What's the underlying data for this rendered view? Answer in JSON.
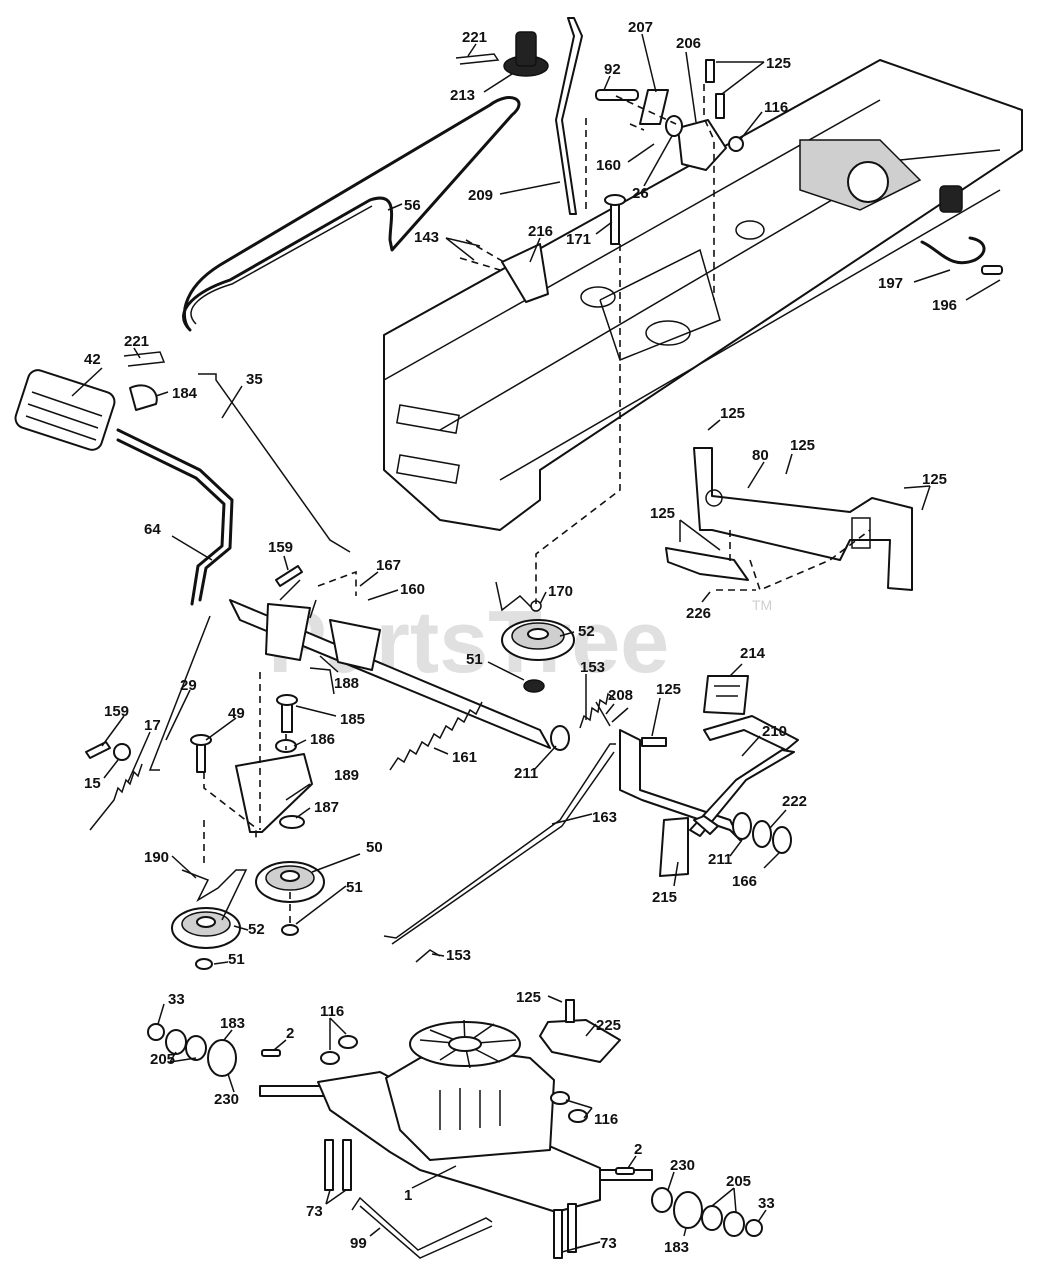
{
  "watermark": {
    "text": "PartsTree",
    "tm": "TM"
  },
  "callouts": [
    {
      "id": "c1",
      "label": "221"
    },
    {
      "id": "c2",
      "label": "213"
    },
    {
      "id": "c3",
      "label": "207"
    },
    {
      "id": "c4",
      "label": "206"
    },
    {
      "id": "c5",
      "label": "125"
    },
    {
      "id": "c6",
      "label": "92"
    },
    {
      "id": "c7",
      "label": "116"
    },
    {
      "id": "c8",
      "label": "160"
    },
    {
      "id": "c9",
      "label": "26"
    },
    {
      "id": "c10",
      "label": "56"
    },
    {
      "id": "c11",
      "label": "209"
    },
    {
      "id": "c12",
      "label": "171"
    },
    {
      "id": "c13",
      "label": "143"
    },
    {
      "id": "c14",
      "label": "216"
    },
    {
      "id": "c15",
      "label": "197"
    },
    {
      "id": "c16",
      "label": "196"
    },
    {
      "id": "c17",
      "label": "221"
    },
    {
      "id": "c18",
      "label": "42"
    },
    {
      "id": "c19",
      "label": "35"
    },
    {
      "id": "c20",
      "label": "184"
    },
    {
      "id": "c21",
      "label": "125"
    },
    {
      "id": "c22",
      "label": "125"
    },
    {
      "id": "c23",
      "label": "80"
    },
    {
      "id": "c24",
      "label": "125"
    },
    {
      "id": "c25",
      "label": "64"
    },
    {
      "id": "c26",
      "label": "125"
    },
    {
      "id": "c27",
      "label": "159"
    },
    {
      "id": "c28",
      "label": "167"
    },
    {
      "id": "c29",
      "label": "160"
    },
    {
      "id": "c30",
      "label": "170"
    },
    {
      "id": "c31",
      "label": "226"
    },
    {
      "id": "c32",
      "label": "52"
    },
    {
      "id": "c33",
      "label": "51"
    },
    {
      "id": "c34",
      "label": "188"
    },
    {
      "id": "c35",
      "label": "153"
    },
    {
      "id": "c36",
      "label": "214"
    },
    {
      "id": "c37",
      "label": "29"
    },
    {
      "id": "c38",
      "label": "208"
    },
    {
      "id": "c39",
      "label": "125"
    },
    {
      "id": "c40",
      "label": "185"
    },
    {
      "id": "c41",
      "label": "159"
    },
    {
      "id": "c42",
      "label": "49"
    },
    {
      "id": "c43",
      "label": "186"
    },
    {
      "id": "c44",
      "label": "210"
    },
    {
      "id": "c45",
      "label": "17"
    },
    {
      "id": "c46",
      "label": "161"
    },
    {
      "id": "c47",
      "label": "211"
    },
    {
      "id": "c48",
      "label": "189"
    },
    {
      "id": "c49",
      "label": "15"
    },
    {
      "id": "c50",
      "label": "222"
    },
    {
      "id": "c51",
      "label": "187"
    },
    {
      "id": "c52",
      "label": "163"
    },
    {
      "id": "c53",
      "label": "50"
    },
    {
      "id": "c54",
      "label": "211"
    },
    {
      "id": "c55",
      "label": "190"
    },
    {
      "id": "c56",
      "label": "166"
    },
    {
      "id": "c57",
      "label": "51"
    },
    {
      "id": "c58",
      "label": "215"
    },
    {
      "id": "c59",
      "label": "52"
    },
    {
      "id": "c60",
      "label": "51"
    },
    {
      "id": "c61",
      "label": "153"
    },
    {
      "id": "c62",
      "label": "33"
    },
    {
      "id": "c63",
      "label": "116"
    },
    {
      "id": "c64",
      "label": "125"
    },
    {
      "id": "c65",
      "label": "183"
    },
    {
      "id": "c66",
      "label": "225"
    },
    {
      "id": "c67",
      "label": "2"
    },
    {
      "id": "c68",
      "label": "205"
    },
    {
      "id": "c69",
      "label": "230"
    },
    {
      "id": "c70",
      "label": "116"
    },
    {
      "id": "c71",
      "label": "2"
    },
    {
      "id": "c72",
      "label": "230"
    },
    {
      "id": "c73",
      "label": "1"
    },
    {
      "id": "c74",
      "label": "205"
    },
    {
      "id": "c75",
      "label": "73"
    },
    {
      "id": "c76",
      "label": "33"
    },
    {
      "id": "c77",
      "label": "99"
    },
    {
      "id": "c78",
      "label": "183"
    },
    {
      "id": "c79",
      "label": "73"
    }
  ]
}
